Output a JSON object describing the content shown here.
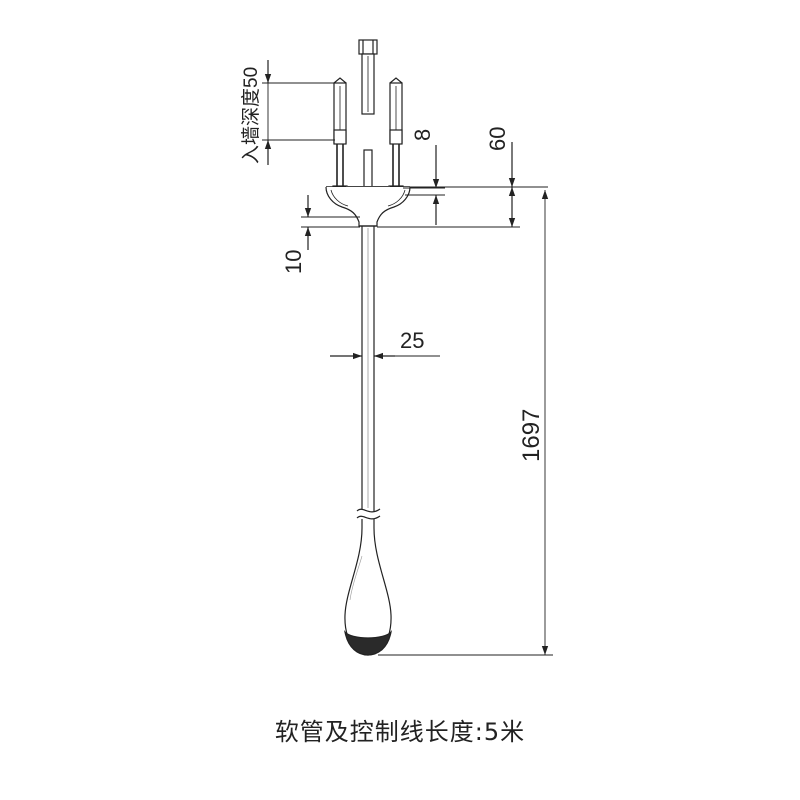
{
  "dimensions": {
    "wall_depth": "入墙深度50",
    "d8": "8",
    "d60": "60",
    "d10": "10",
    "d25": "25",
    "d1697": "1697"
  },
  "caption": "软管及控制线长度:5米"
}
